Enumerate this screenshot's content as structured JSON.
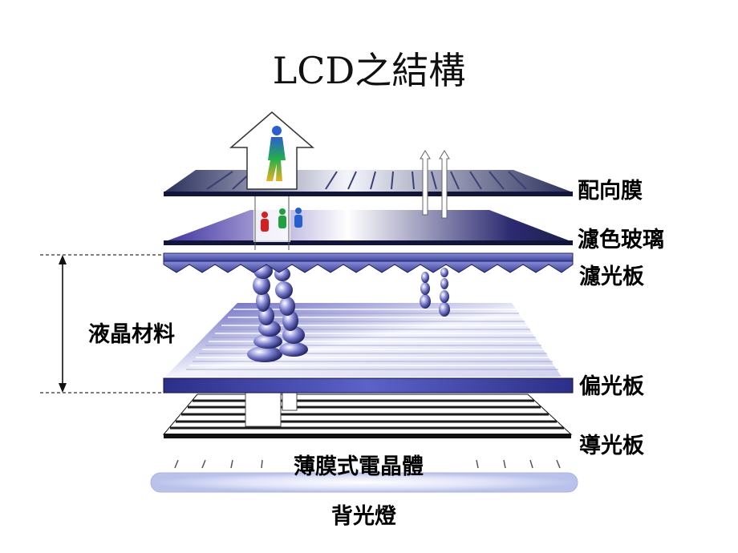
{
  "title": "LCD之結構",
  "labels": {
    "alignment_film": "配向膜",
    "color_filter_glass": "濾色玻璃",
    "filter_plate": "濾光板",
    "liquid_crystal": "液晶材料",
    "polarizer": "偏光板",
    "light_guide": "導光板",
    "tft": "薄膜式電晶體",
    "backlight": "背光燈"
  },
  "colors": {
    "layer_dark": "#1a1f4a",
    "layer_mid": "#5a5ab0",
    "layer_light": "#e6e8f6",
    "backlight_glow": "#c6cdf0"
  }
}
